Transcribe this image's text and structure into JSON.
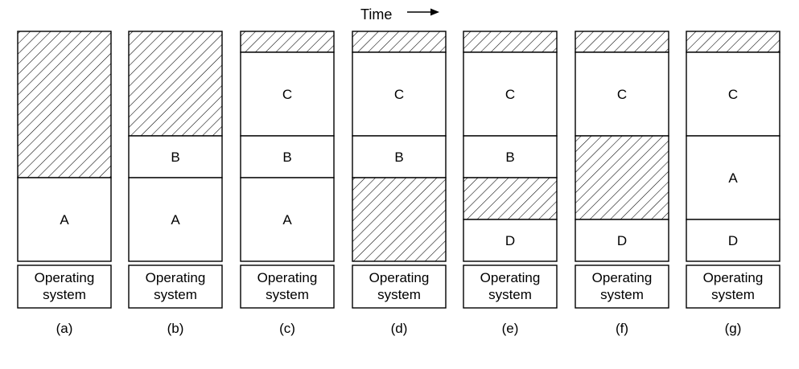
{
  "header": {
    "time_label": "Time"
  },
  "legend": {
    "hatch_meaning": ""
  },
  "columns": [
    {
      "caption": "(a)",
      "os_label": [
        "Operating",
        "system"
      ],
      "segments": [
        {
          "kind": "free",
          "size_units": 3.5,
          "label": ""
        },
        {
          "kind": "process",
          "size_units": 2,
          "label": "A"
        }
      ]
    },
    {
      "caption": "(b)",
      "os_label": [
        "Operating",
        "system"
      ],
      "segments": [
        {
          "kind": "free",
          "size_units": 2.5,
          "label": ""
        },
        {
          "kind": "process",
          "size_units": 1,
          "label": "B"
        },
        {
          "kind": "process",
          "size_units": 2,
          "label": "A"
        }
      ]
    },
    {
      "caption": "(c)",
      "os_label": [
        "Operating",
        "system"
      ],
      "segments": [
        {
          "kind": "free",
          "size_units": 0.5,
          "label": ""
        },
        {
          "kind": "process",
          "size_units": 2,
          "label": "C"
        },
        {
          "kind": "process",
          "size_units": 1,
          "label": "B"
        },
        {
          "kind": "process",
          "size_units": 2,
          "label": "A"
        }
      ]
    },
    {
      "caption": "(d)",
      "os_label": [
        "Operating",
        "system"
      ],
      "segments": [
        {
          "kind": "free",
          "size_units": 0.5,
          "label": ""
        },
        {
          "kind": "process",
          "size_units": 2,
          "label": "C"
        },
        {
          "kind": "process",
          "size_units": 1,
          "label": "B"
        },
        {
          "kind": "free",
          "size_units": 2,
          "label": ""
        }
      ]
    },
    {
      "caption": "(e)",
      "os_label": [
        "Operating",
        "system"
      ],
      "segments": [
        {
          "kind": "free",
          "size_units": 0.5,
          "label": ""
        },
        {
          "kind": "process",
          "size_units": 2,
          "label": "C"
        },
        {
          "kind": "process",
          "size_units": 1,
          "label": "B"
        },
        {
          "kind": "free",
          "size_units": 1,
          "label": ""
        },
        {
          "kind": "process",
          "size_units": 1,
          "label": "D"
        }
      ]
    },
    {
      "caption": "(f)",
      "os_label": [
        "Operating",
        "system"
      ],
      "segments": [
        {
          "kind": "free",
          "size_units": 0.5,
          "label": ""
        },
        {
          "kind": "process",
          "size_units": 2,
          "label": "C"
        },
        {
          "kind": "free",
          "size_units": 2,
          "label": ""
        },
        {
          "kind": "process",
          "size_units": 1,
          "label": "D"
        }
      ]
    },
    {
      "caption": "(g)",
      "os_label": [
        "Operating",
        "system"
      ],
      "segments": [
        {
          "kind": "free",
          "size_units": 0.5,
          "label": ""
        },
        {
          "kind": "process",
          "size_units": 2,
          "label": "C"
        },
        {
          "kind": "process",
          "size_units": 2,
          "label": "A"
        },
        {
          "kind": "process",
          "size_units": 1,
          "label": "D"
        }
      ]
    }
  ]
}
